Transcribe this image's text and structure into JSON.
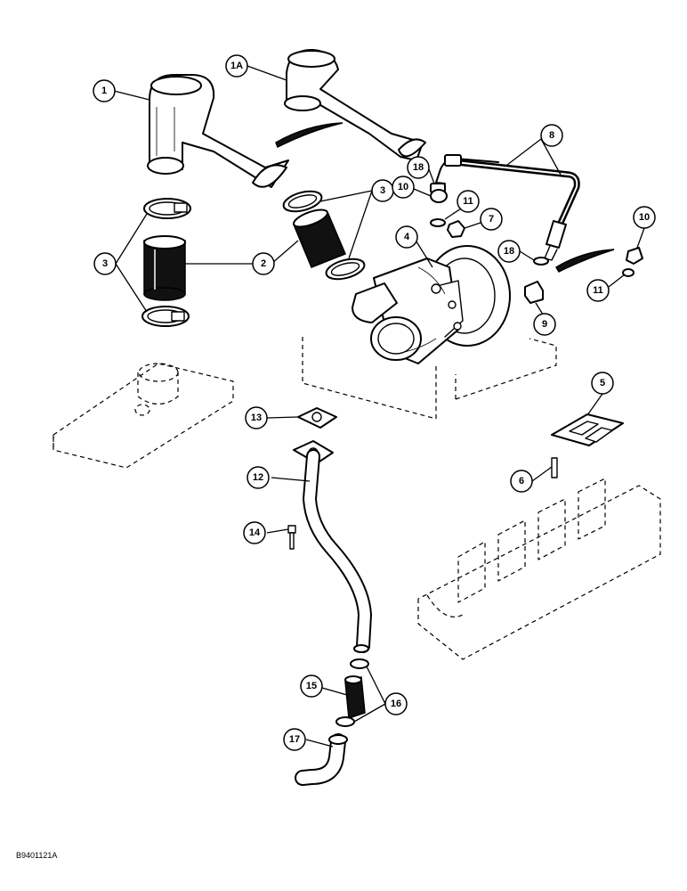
{
  "callouts": {
    "c1": "1",
    "c1a": "1A",
    "c2": "2",
    "c3_left": "3",
    "c3_right": "3",
    "c4": "4",
    "c5": "5",
    "c6": "6",
    "c7": "7",
    "c8": "8",
    "c9": "9",
    "c10_left": "10",
    "c10_right": "10",
    "c11_left": "11",
    "c11_right": "11",
    "c12": "12",
    "c13": "13",
    "c14": "14",
    "c15": "15",
    "c16": "16",
    "c17": "17",
    "c18_top": "18",
    "c18_right": "18"
  },
  "figure_ref": "B9401121A"
}
